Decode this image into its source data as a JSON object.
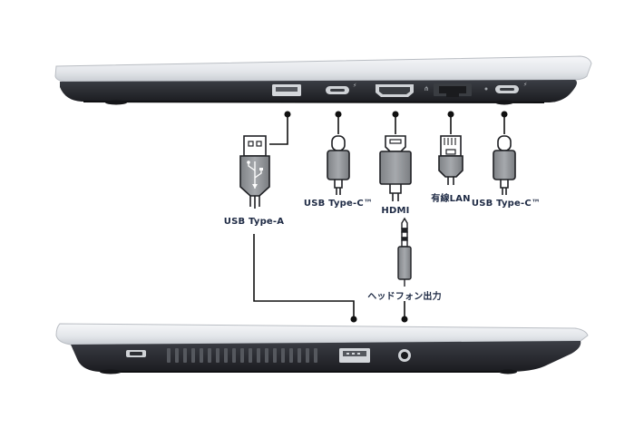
{
  "labels": {
    "usb_a": "USB Type-A",
    "usb_c_left": "USB Type-C™",
    "hdmi": "HDMI",
    "lan": "有線LAN",
    "usb_c_right": "USB Type-C™",
    "headphone": "ヘッドフォン出力"
  },
  "colors": {
    "chassis_light": "#e9ecf0",
    "chassis_dark": "#2a2c31",
    "connector_gray": "#8f9296",
    "outline": "#1f2024",
    "leader": "#111111"
  },
  "icons": {
    "usb_a_plug": "usb-a-plug-icon",
    "usb_c_plug": "usb-c-plug-icon",
    "hdmi_plug": "hdmi-plug-icon",
    "lan_plug": "rj45-plug-icon",
    "headphone_plug": "audio-jack-plug-icon"
  }
}
